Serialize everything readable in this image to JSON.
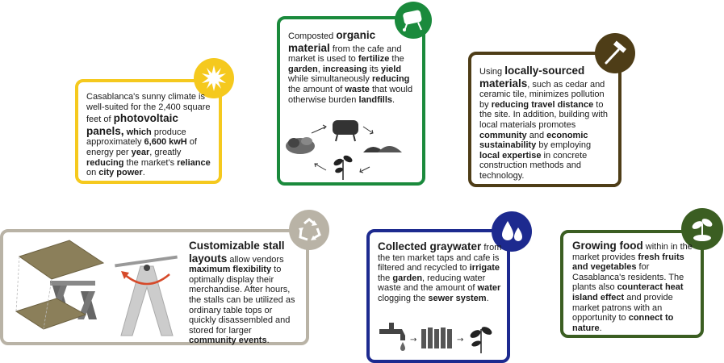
{
  "colors": {
    "solar": "#f5c91e",
    "compost": "#1a8a3c",
    "materials": "#4e3d17",
    "stalls": "#b9b3a6",
    "graywater": "#1d2a8f",
    "food": "#3b5e22"
  },
  "cards": {
    "solar": {
      "icon": "sun-icon",
      "segments": [
        {
          "t": "Casablanca's sunny climate is well-suited for the 2,400 square feet of ",
          "b": false
        },
        {
          "t": "photovoltaic panels,",
          "b": true,
          "big": true
        },
        {
          "t": " which",
          "b": true
        },
        {
          "t": " produce approximately ",
          "b": false
        },
        {
          "t": "6,600 kwH",
          "b": true
        },
        {
          "t": " of energy per ",
          "b": false
        },
        {
          "t": "year",
          "b": true
        },
        {
          "t": ", greatly ",
          "b": false
        },
        {
          "t": "reducing",
          "b": true
        },
        {
          "t": " the market's ",
          "b": false
        },
        {
          "t": "reliance",
          "b": true
        },
        {
          "t": " on ",
          "b": false
        },
        {
          "t": "city power",
          "b": true
        },
        {
          "t": ".",
          "b": false
        }
      ]
    },
    "compost": {
      "icon": "compost-bin-icon",
      "segments": [
        {
          "t": "Composted ",
          "b": false
        },
        {
          "t": "organic material",
          "b": true,
          "big": true
        },
        {
          "t": " from the cafe and market is used to ",
          "b": false
        },
        {
          "t": "fertilize",
          "b": true
        },
        {
          "t": " the ",
          "b": false
        },
        {
          "t": "garden",
          "b": true
        },
        {
          "t": ", ",
          "b": false
        },
        {
          "t": "increasing",
          "b": true
        },
        {
          "t": " its ",
          "b": false
        },
        {
          "t": "yield",
          "b": true
        },
        {
          "t": " while simultaneously ",
          "b": false
        },
        {
          "t": "reducing",
          "b": true
        },
        {
          "t": " the amount of ",
          "b": false
        },
        {
          "t": "waste",
          "b": true
        },
        {
          "t": " that would otherwise burden ",
          "b": false
        },
        {
          "t": "landfills",
          "b": true
        },
        {
          "t": ".",
          "b": false
        }
      ]
    },
    "materials": {
      "icon": "hammer-icon",
      "segments": [
        {
          "t": "Using ",
          "b": false
        },
        {
          "t": "locally-sourced materials",
          "b": true,
          "big": true
        },
        {
          "t": ", such as cedar and ceramic tile, minimizes pollution by ",
          "b": false
        },
        {
          "t": "reducing travel distance",
          "b": true
        },
        {
          "t": " to the site. In addition, building with local materials promotes ",
          "b": false
        },
        {
          "t": "community",
          "b": true
        },
        {
          "t": " and ",
          "b": false
        },
        {
          "t": "economic sustainability",
          "b": true
        },
        {
          "t": " by employing ",
          "b": false
        },
        {
          "t": "local expertise",
          "b": true
        },
        {
          "t": " in concrete construction methods and technology.",
          "b": false
        }
      ]
    },
    "stalls": {
      "icon": "recycle-icon",
      "segments": [
        {
          "t": "Customizable stall layouts",
          "b": true,
          "big": true
        },
        {
          "t": " allow vendors ",
          "b": false
        },
        {
          "t": "maximum flexibility",
          "b": true
        },
        {
          "t": " to optimally display their merchandise. After hours, the stalls can be utilized as ordinary table tops or quickly disassembled and stored for larger ",
          "b": false
        },
        {
          "t": "community events",
          "b": true
        },
        {
          "t": ".",
          "b": false
        }
      ]
    },
    "graywater": {
      "icon": "water-drops-icon",
      "segments": [
        {
          "t": "Collected graywater",
          "b": true,
          "big": true
        },
        {
          "t": " from the ten market taps and cafe is filtered and recycled to ",
          "b": false
        },
        {
          "t": "irrigate",
          "b": true
        },
        {
          "t": " the ",
          "b": false
        },
        {
          "t": "garden",
          "b": true
        },
        {
          "t": ", reducing water waste and the amount of ",
          "b": false
        },
        {
          "t": "water",
          "b": true
        },
        {
          "t": " clogging the ",
          "b": false
        },
        {
          "t": "sewer system",
          "b": true
        },
        {
          "t": ".",
          "b": false
        }
      ]
    },
    "food": {
      "icon": "sprout-icon",
      "segments": [
        {
          "t": "Growing food",
          "b": true,
          "big": true
        },
        {
          "t": " within in the market provides ",
          "b": false
        },
        {
          "t": "fresh fruits and vegetables",
          "b": true
        },
        {
          "t": " for Casablanca's residents. The plants also ",
          "b": false
        },
        {
          "t": "counteract heat island effect",
          "b": true
        },
        {
          "t": " and provide market patrons with an opportunity to ",
          "b": false
        },
        {
          "t": "connect to nature",
          "b": true
        },
        {
          "t": ".",
          "b": false
        }
      ]
    }
  }
}
